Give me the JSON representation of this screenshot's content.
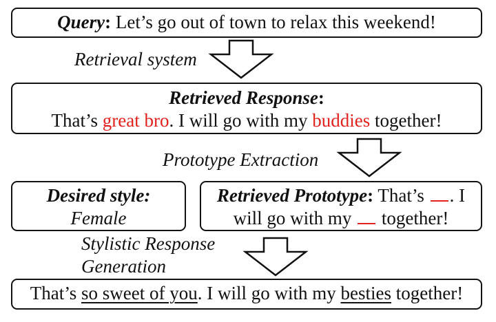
{
  "query_box": {
    "label": "Query",
    "colon": ":",
    "text": " Let’s go out of town to relax this weekend!"
  },
  "step1": {
    "label": "Retrieval system"
  },
  "retrieved_box": {
    "title": "Retrieved Response",
    "colon": ":",
    "part1": "That’s ",
    "red1": "great bro",
    "part2": ". I will go with my ",
    "red2": "buddies",
    "part3": " together!"
  },
  "step2": {
    "label": "Prototype Extraction"
  },
  "style_box": {
    "title": "Desired style:",
    "value": "Female"
  },
  "prototype_box": {
    "title": "Retrieved Prototype",
    "colon": ":",
    "part1": " That’s ",
    "part2": ". I",
    "part3": "will go with my ",
    "part4": " together!"
  },
  "step3": {
    "line1": "Stylistic Response",
    "line2": "Generation"
  },
  "output_box": {
    "part1": "That’s ",
    "u1": "so sweet of you",
    "part2": ". I will go with my ",
    "u2": "besties",
    "part3": " together!"
  },
  "colors": {
    "highlight": "#e2211c",
    "stroke": "#111111"
  }
}
